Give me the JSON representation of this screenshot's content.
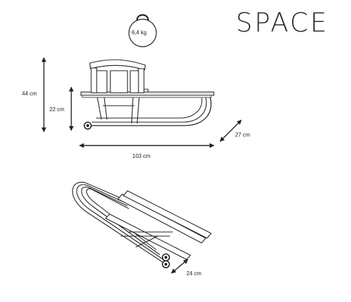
{
  "brand": "SPACE",
  "weight": "6,4 kg",
  "dimensions": {
    "total_height": "44 cm",
    "seat_height": "22 cm",
    "length": "103 cm",
    "width_front": "27 cm",
    "width_folded": "24 cm"
  },
  "colors": {
    "line": "#222222",
    "seat_fill": "#e2e2e2",
    "brand": "#2b2b2b"
  },
  "icons": [
    "kettlebell-weight-icon",
    "sled-side-view-drawing",
    "sled-folded-view-drawing",
    "dimension-arrow-icon"
  ]
}
